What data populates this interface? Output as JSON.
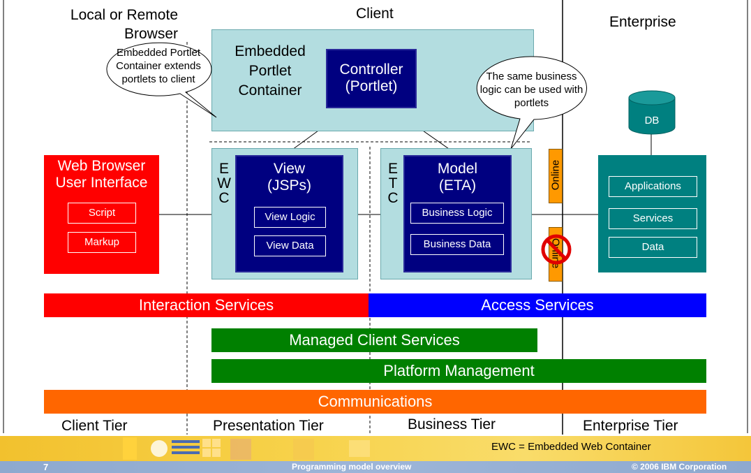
{
  "headers": {
    "local": "Local or Remote Browser",
    "client": "Client",
    "enterprise": "Enterprise"
  },
  "embedded_container": "Embedded Portlet Container",
  "controller": "Controller (Portlet)",
  "callouts": {
    "left": "Embedded Portlet Container extends portlets to client",
    "right": "The same business logic can be used with portlets"
  },
  "web_browser": {
    "title": "Web Browser User Interface",
    "items": [
      "Script",
      "Markup"
    ]
  },
  "ewc_letters": [
    "E",
    "W",
    "C"
  ],
  "etc_letters": [
    "E",
    "T",
    "C"
  ],
  "view": {
    "title": "View (JSPs)",
    "items": [
      "View Logic",
      "View Data"
    ]
  },
  "model": {
    "title": "Model (ETA)",
    "items": [
      "Business Logic",
      "Business Data"
    ]
  },
  "online_label": "Online",
  "offline_label": "Online",
  "db_label": "DB",
  "enterprise_items": [
    "Applications",
    "Services",
    "Data"
  ],
  "bars": {
    "interaction": "Interaction Services",
    "access": "Access Services",
    "managed": "Managed Client Services",
    "platform": "Platform Management",
    "communications": "Communications"
  },
  "tiers": [
    "Client Tier",
    "Presentation Tier",
    "Business Tier",
    "Enterprise Tier"
  ],
  "footer": {
    "note": "EWC = Embedded Web Container",
    "page_number": "7",
    "title": "Programming model overview",
    "copyright": "© 2006 IBM Corporation"
  },
  "colors": {
    "red": "#ff0000",
    "blue": "#0000ff",
    "green": "#008000",
    "orange": "#ff6600",
    "navy": "#000080",
    "teal_light": "#b3dde0",
    "teal_dark": "#008080",
    "online_orange": "#ff9900"
  }
}
